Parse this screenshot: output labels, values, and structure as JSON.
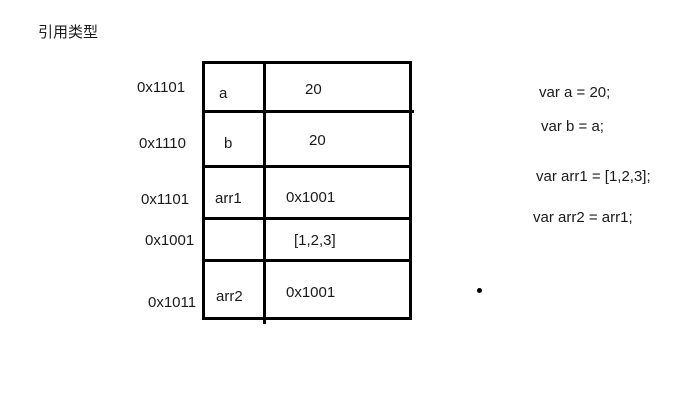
{
  "title": "引用类型",
  "memory": {
    "rows": [
      {
        "address": "0x1101",
        "name": "a",
        "value": "20"
      },
      {
        "address": "0x1110",
        "name": "b",
        "value": "20"
      },
      {
        "address": "0x1101",
        "name": "arr1",
        "value": "0x1001"
      },
      {
        "address": "0x1001",
        "name": "",
        "value": "[1,2,3]"
      },
      {
        "address": "0x1011",
        "name": "arr2",
        "value": "0x1001"
      }
    ]
  },
  "code": {
    "lines": [
      "var a = 20;",
      "var b = a;",
      "var arr1 = [1,2,3];",
      "var arr2 = arr1;"
    ]
  },
  "colors": {
    "line": "#000000",
    "text": "#1a1a1a",
    "background": "#ffffff"
  }
}
